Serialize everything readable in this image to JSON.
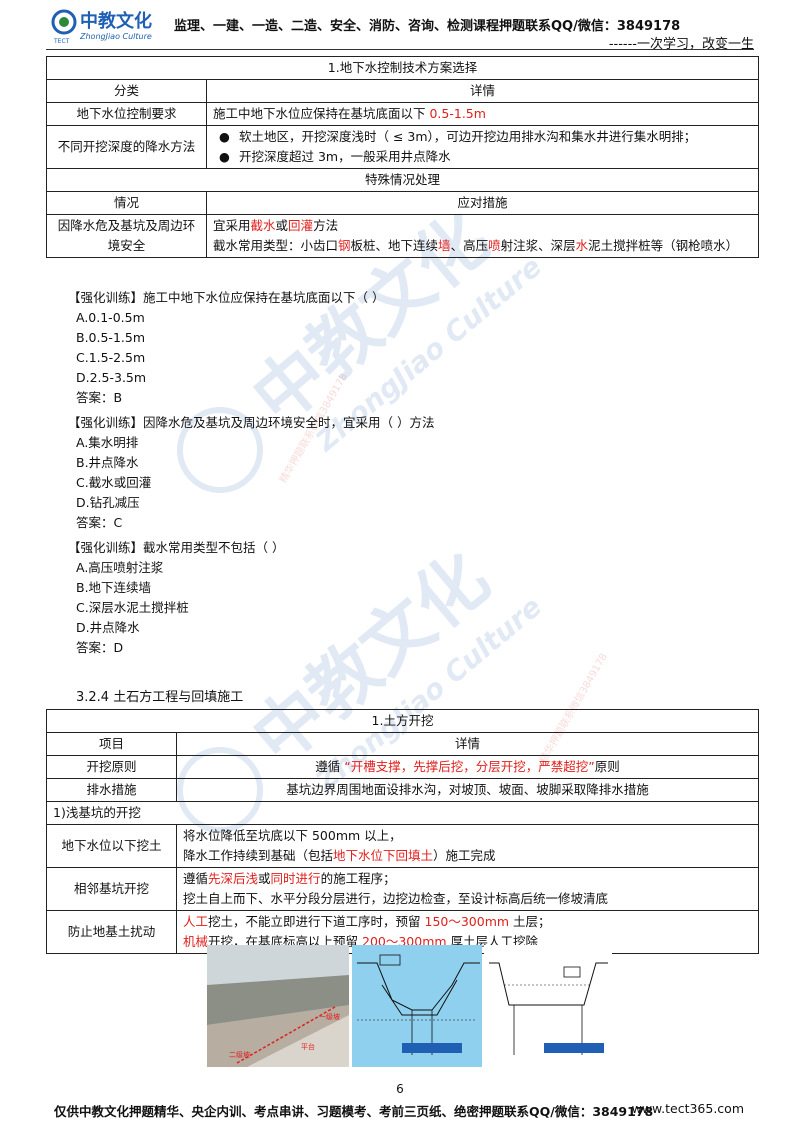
{
  "header": {
    "logo_text": "中教文化",
    "logo_sub": "ZhongJiao Culture",
    "logo_abbr": "TECT",
    "ad_text": "监理、一建、一造、二造、安全、消防、咨询、检测课程押题联系QQ/微信：3849178",
    "slogan": "------一次学习，改变一生"
  },
  "watermark": {
    "text": "中教文化",
    "sub": "ZhongJiao Culture",
    "contact": "精华押题联系微信3849178"
  },
  "table1": {
    "title": "1.地下水控制技术方案选择",
    "col_head_1": "分类",
    "col_head_2": "详情",
    "rows": [
      {
        "label": "地下水位控制要求",
        "text": "施工中地下水位应保持在基坑底面以下 ",
        "highlight": "0.5-1.5m"
      },
      {
        "label": "不同开挖深度的降水方法",
        "bullets": [
          "软土地区，开挖深度浅时（ ≤ 3m），可边开挖边用排水沟和集水井进行集水明排；",
          "开挖深度超过 3m，一般采用井点降水"
        ]
      }
    ],
    "special_title": "特殊情况处理",
    "special_head_1": "情况",
    "special_head_2": "应对措施",
    "special_label": "因降水危及基坑及周边环境安全",
    "special_line1": {
      "a": "宜采用",
      "b": "截水",
      "c": "或",
      "d": "回灌",
      "e": "方法"
    },
    "special_line2": {
      "a": "截水常用类型：小齿口",
      "b": "钢",
      "c": "板桩、地下连续",
      "d": "墙",
      "e": "、高压",
      "f": "喷",
      "g": "射注浆、深层",
      "h": "水",
      "i": "泥土搅拌桩等（钢枪喷水）"
    }
  },
  "questions": [
    {
      "question": "【强化训练】施工中地下水位应保持在基坑底面以下（ ）",
      "options": [
        "A.0.1-0.5m",
        "B.0.5-1.5m",
        "C.1.5-2.5m",
        "D.2.5-3.5m"
      ],
      "answer": "答案：B"
    },
    {
      "question": "【强化训练】因降水危及基坑及周边环境安全时，宜采用（ ）方法",
      "options": [
        "A.集水明排",
        "B.井点降水",
        "C.截水或回灌",
        "D.钻孔减压"
      ],
      "answer": "答案：C"
    },
    {
      "question": "【强化训练】截水常用类型不包括（ ）",
      "options": [
        "A.高压喷射注浆",
        "B.地下连续墙",
        "C.深层水泥土搅拌桩",
        "D.井点降水"
      ],
      "answer": "答案：D"
    }
  ],
  "section_heading": "3.2.4   土石方工程与回填施工",
  "table2": {
    "title": "1.土方开挖",
    "col_head_1": "项目",
    "col_head_2": "详情",
    "principle_label": "开挖原则",
    "principle": {
      "a": "遵循 ",
      "b": "“开槽支撑，先撑后挖，分层开挖，严禁超挖”",
      "c": "原则"
    },
    "drainage_label": "排水措施",
    "drainage_text": "基坑边界周围地面设排水沟，对坡顶、坡面、坡脚采取降排水措施",
    "sub_title": "1)浅基坑的开挖",
    "rows": [
      {
        "label": "地下水位以下挖土",
        "line1": "将水位降低至坑底以下 500mm 以上，",
        "line2": {
          "a": "降水工作持续到基础（包括",
          "b": "地下水位下回填土",
          "c": "）施工完成"
        }
      },
      {
        "label": "相邻基坑开挖",
        "line1": {
          "a": "遵循",
          "b": "先深后浅",
          "c": "或",
          "d": "同时进行",
          "e": "的施工程序；"
        },
        "line2": "挖土自上而下、水平分段分层进行，边挖边检查，至设计标高后统一修坡清底"
      },
      {
        "label": "防止地基土扰动",
        "line1": {
          "a": "人工",
          "b": "挖土，不能立即进行下道工序时，预留 ",
          "c": "150～300mm",
          "d": " 土层；"
        },
        "line2": {
          "a": "机械",
          "b": "开挖，在基底标高以上预留 ",
          "c": "200～300mm",
          "d": " 厚土层人工挖除"
        }
      }
    ]
  },
  "photo": {
    "label1": "一级坡",
    "label2": "二级坡",
    "label3": "平台"
  },
  "page_number": "6",
  "footer": {
    "ad_text": "仅供中教文化押题精华、央企内训、考点串讲、习题模考、考前三页纸、绝密押题联系QQ/微信：3849178",
    "url": "www.tect365.com"
  },
  "colors": {
    "highlight": "#e0201d",
    "logo_blue": "#1f5fb4",
    "logo_green": "#2e8a3a"
  }
}
